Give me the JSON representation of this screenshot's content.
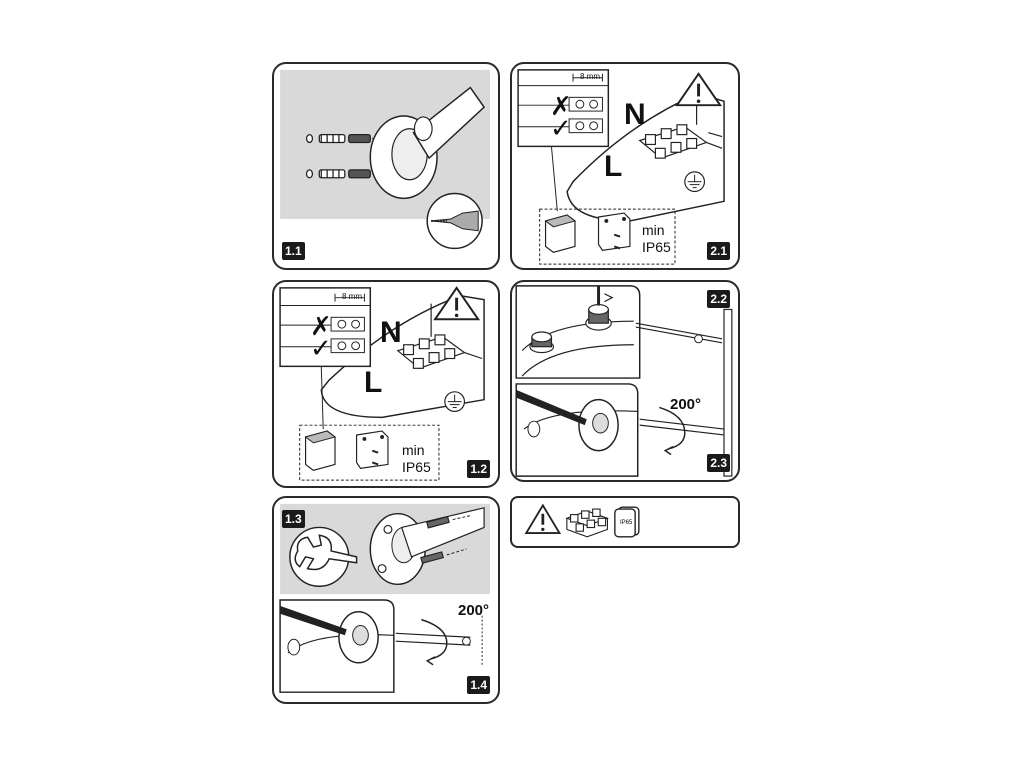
{
  "steps": {
    "s1_1": {
      "badge": "1.1"
    },
    "s1_2": {
      "badge": "1.2",
      "strip": "8 mm",
      "neutral": "N",
      "live": "L",
      "wrong": "✗",
      "right": "✓",
      "min_line1": "min",
      "min_line2": "IP65"
    },
    "s1_3": {
      "badge": "1.3"
    },
    "s1_4": {
      "badge": "1.4",
      "angle": "200°"
    },
    "s2_1": {
      "badge": "2.1",
      "strip": "8 mm",
      "neutral": "N",
      "live": "L",
      "wrong": "✗",
      "right": "✓",
      "min_line1": "min",
      "min_line2": "IP65"
    },
    "s2_2": {
      "badge": "2.2"
    },
    "s2_3": {
      "badge": "2.3",
      "angle": "200°"
    }
  },
  "legend": {
    "ip_box_label": "IP65"
  },
  "icons": [
    "warning-icon",
    "ground-icon",
    "terminal-block-icon",
    "ip65-box-icon",
    "wrench-icon",
    "screwdriver-icon",
    "drill-icon"
  ]
}
